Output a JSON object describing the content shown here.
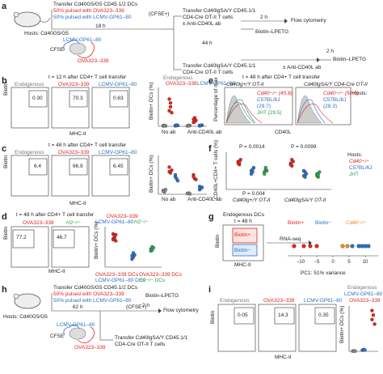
{
  "panels": {
    "a": {
      "letter": "a",
      "hosts": "Hosts: Cd40G5/G5",
      "line1": "Transfer Cd40G5/G5 CD45.1/2 DCs",
      "line2": "50% pulsed with OVA323–339",
      "line3": "50% pulsed with LCMV-GP61–80",
      "cfse": "(CFSE+)",
      "time1": "18 h",
      "lcmv": "LCMV-GP61–80",
      "cfse_label": "CFSE",
      "ova": "OVA323–339",
      "transfer1": "Transfer Cd40lgSA/Y CD45.1/1",
      "transfer1b": "CD4-Cre OT-II T cells",
      "antiab": "± Anti-CD40L ab",
      "t2h": "2 h",
      "flow": "Flow cytometry",
      "biotin": "Biotin–LPETG",
      "t44": "44 h",
      "transfer2": "Transfer Cd40lgSA/Y CD45.1/1",
      "transfer2b": "CD4-Cre OT-II T cells",
      "t2h_b": "2 h",
      "biotin2": "Biotin–LPETG",
      "antiab2": "± Anti-CD40L ab"
    },
    "b": {
      "letter": "b",
      "title": "t = 12 h after CD4+ T cell transfer",
      "endogenous": "Endogenous",
      "ova": "OVA323–339",
      "lcmv": "LCMV-GP61–80",
      "v1": "0.30",
      "v2": "70.3",
      "v3": "0.63",
      "ylabel": "Biotin",
      "xlabel": "MHC-II",
      "legend_endo": "Endogenous",
      "legend_ova": "OVA323–339",
      "legend_lcmv": "LCMV-GP61–80",
      "yaxis": "Biotin+ DCs (%)",
      "x1": "No ab",
      "x2": "Anti-CD40L ab"
    },
    "c": {
      "letter": "c",
      "title": "t = 48 h after CD4+ T cell transfer",
      "endogenous": "Endogenous",
      "ova": "OVA323–339",
      "lcmv": "LCMV-GP61–80",
      "v1": "6.4",
      "v2": "66.9",
      "v3": "6.45",
      "ylabel": "Biotin",
      "xlabel": "MHC-II",
      "yaxis": "Biotin+ DCs (%)",
      "x1": "No ab",
      "x2": "Anti-CD40L ab"
    },
    "d": {
      "letter": "d",
      "title": "t = 48 h after CD4+ T cell transfer",
      "ova": "OVA323–339",
      "h2": "H2−/−",
      "v1": "77.2",
      "v2": "46.7",
      "ylabel": "Biotin",
      "xlabel": "MHC-II",
      "legend_ova": "OVA323–339",
      "legend_lcmv": "LCMV-GP61–80",
      "legend_h2": "H2−/−",
      "yaxis": "Biotin+ DCs (%)",
      "x1a": "OVA323–339 DCs",
      "x1b": "LCMV-GP61–80 DCs",
      "x2a": "OVA323–339 DCs",
      "x2b": "H2−/− DCs"
    },
    "e": {
      "letter": "e",
      "title": "t = 48 h after CD4+ T cell transfer",
      "h1": "Cd40lg+/Y OT-II",
      "h2": "Cd40lgSA/Y CD4-Cre OT-II",
      "hosts": "Hosts:",
      "l1": "Cd40−/− (45.8)",
      "l2": "C57BL/6J",
      "l2b": "(29.7)",
      "l3": "JHT (29.5)",
      "r1": "Cd40−/− (50.0)",
      "r2": "C57BL/6J",
      "r2b": "(28.3)",
      "xlabel": "CD40L",
      "ylabel": "Percentage of max"
    },
    "f": {
      "letter": "f",
      "p1": "P = 0.0014",
      "p2": "P = 0.0099",
      "p3": "P = 0.004",
      "hosts": "Hosts:",
      "l1": "Cd40−/−",
      "l2": "C57BL/6J",
      "l3": "JHT",
      "yaxis": "CD40L+CD4+ T cells (%)",
      "x1": "Cd40lg+/Y OT-II",
      "x2": "Cd40lgSA/Y OT-II"
    },
    "g": {
      "letter": "g",
      "title": "Endogenous DCs",
      "t": "t = 48 h",
      "biotin_plus": "Biotin+",
      "biotin_minus": "Biotin−",
      "rnaseq": "RNA-seq",
      "ylabel": "Biotin",
      "xlabel": "MHC-II",
      "legend1": "Biotin+",
      "legend2": "Biotin−",
      "legend3": "Cd40−/−",
      "pc": "PC1: 51% variance",
      "ticks": [
        "−10",
        "−5",
        "0",
        "5",
        "10"
      ]
    },
    "h": {
      "letter": "h",
      "line1": "Transfer Cd40G5/G5 CD45.1/2 DCs",
      "line2": "50% pulsed with OVA323–339",
      "line3": "50% pulsed with LCMV-GP61–80",
      "cfse": "(CFSE+)",
      "t62": "62 h",
      "t2h": "2 h",
      "biotin": "Biotin–LPETG",
      "flow": "Flow cytometry",
      "hosts": "Hosts: Cd40G5/G5",
      "lcmv": "LCMV-GP61–80",
      "cfse_label": "CFSE",
      "ova": "OVA323–339",
      "transfer": "Transfer Cd40lgSA/Y CD45.1/1",
      "transferb": "CD4-Cre OT-II T cells"
    },
    "i": {
      "letter": "i",
      "endogenous": "Endogenous",
      "ova": "OVA323–339",
      "lcmv": "LCMV-GP61–80",
      "v1": "0.05",
      "v2": "14.3",
      "v3": "0.35",
      "ylabel": "Biotin",
      "xlabel": "MHC-II",
      "legend_endo": "Endogenous",
      "legend_lcmv": "LCMV-GP61–80",
      "legend_ova": "OVA323–339",
      "yaxis": "Biotin+ DCs (%)"
    }
  },
  "colors": {
    "red": "#e2231a",
    "blue": "#2a6fc9",
    "green": "#2da44e",
    "grey": "#888888",
    "orange": "#e88a1a"
  },
  "chart_data": [
    {
      "panel": "b",
      "type": "scatter",
      "ylabel": "Biotin+ DCs (%)",
      "categories": [
        "No ab",
        "Anti-CD40L ab"
      ],
      "ylim": [
        0,
        100
      ],
      "series": [
        {
          "name": "Endogenous",
          "values": [
            [
              1,
              2,
              1,
              2,
              1
            ],
            [
              1,
              2,
              2,
              1,
              1
            ]
          ]
        },
        {
          "name": "OVA323–339",
          "values": [
            [
              70,
              50,
              35,
              40,
              60
            ],
            [
              10,
              22,
              15,
              18,
              12
            ]
          ]
        },
        {
          "name": "LCMV-GP61–80",
          "values": [
            [
              2,
              3,
              2,
              1,
              3
            ],
            [
              2,
              2,
              3,
              1,
              2
            ]
          ]
        }
      ]
    },
    {
      "panel": "c",
      "type": "scatter",
      "ylabel": "Biotin+ DCs (%)",
      "categories": [
        "No ab",
        "Anti-CD40L ab"
      ],
      "ylim": [
        0,
        100
      ],
      "series": [
        {
          "name": "Endogenous",
          "values": [
            [
              10,
              6,
              12,
              8
            ],
            [
              2,
              3,
              1,
              2
            ]
          ]
        },
        {
          "name": "OVA323–339",
          "values": [
            [
              70,
              55,
              62,
              58
            ],
            [
              50,
              40,
              38,
              45
            ]
          ]
        },
        {
          "name": "LCMV-GP61–80",
          "values": [
            [
              45,
              40,
              35,
              50
            ],
            [
              20,
              15,
              18,
              12
            ]
          ]
        }
      ]
    },
    {
      "panel": "d",
      "type": "scatter",
      "ylabel": "Biotin+ DCs (%)",
      "ylim": [
        0,
        100
      ],
      "series": [
        {
          "name": "OVA323–339",
          "values": [
            70,
            72,
            65,
            68,
            75,
            80,
            82,
            78
          ]
        },
        {
          "name": "LCMV-GP61–80",
          "values": [
            20,
            25,
            30,
            28,
            35
          ]
        },
        {
          "name": "H2−/−",
          "values": [
            45,
            50,
            48,
            40,
            42
          ]
        }
      ]
    },
    {
      "panel": "f",
      "type": "scatter",
      "ylabel": "CD40L+CD4+ T cells (%)",
      "categories": [
        "Cd40lg+/Y OT-II",
        "Cd40lgSA/Y OT-II"
      ],
      "ylim": [
        0,
        60
      ],
      "series": [
        {
          "name": "Cd40−/−",
          "values": [
            [
              45,
              40,
              48,
              42,
              44
            ],
            [
              42,
              38,
              45,
              40,
              48
            ]
          ]
        },
        {
          "name": "C57BL/6J",
          "values": [
            [
              30,
              28,
              35,
              25,
              32
            ],
            [
              22,
              28,
              25,
              30,
              20
            ]
          ]
        },
        {
          "name": "JHT",
          "values": [
            [
              28,
              32,
              30,
              25,
              35
            ],
            [
              25,
              20,
              28,
              22,
              24
            ]
          ]
        }
      ]
    },
    {
      "panel": "g",
      "type": "scatter",
      "xlabel": "PC1: 51% variance",
      "xlim": [
        -14,
        14
      ],
      "series": [
        {
          "name": "Biotin+",
          "values": [
            -12,
            -9,
            -7,
            -5
          ]
        },
        {
          "name": "Biotin−",
          "values": [
            6,
            8,
            9,
            10,
            11
          ]
        },
        {
          "name": "Cd40−/−",
          "values": [
            3,
            4.5
          ]
        }
      ]
    },
    {
      "panel": "i",
      "type": "scatter",
      "ylabel": "Biotin+ DCs (%)",
      "ylim": [
        0,
        20
      ],
      "series": [
        {
          "name": "Endogenous",
          "values": [
            0.1,
            0.2,
            0.1
          ]
        },
        {
          "name": "LCMV-GP61–80",
          "values": [
            0.5,
            0.8,
            0.6
          ]
        },
        {
          "name": "OVA323–339",
          "values": [
            14,
            16,
            12,
            18
          ]
        }
      ]
    }
  ]
}
